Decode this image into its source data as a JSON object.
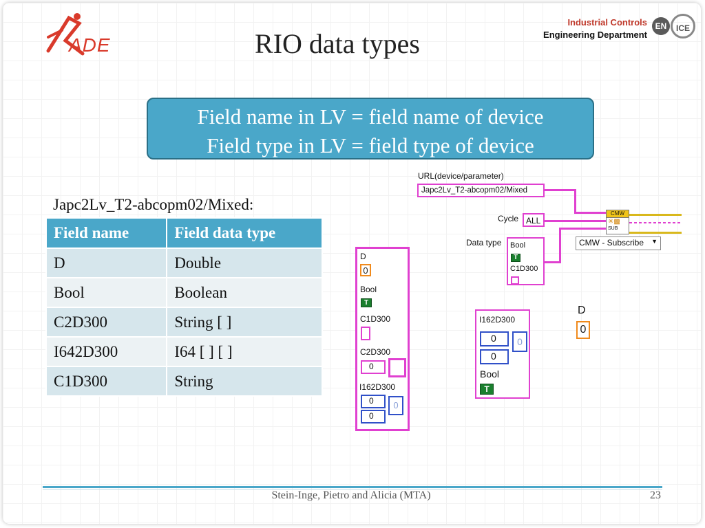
{
  "slide": {
    "title": "RIO data types",
    "logo_text": "ADE",
    "industrial_line1": "Industrial Controls",
    "industrial_line2": "Engineering Department",
    "badge_en": "EN",
    "badge_ice": "ICE",
    "callout_line1": "Field name in LV = field name of device",
    "callout_line2": "Field type in LV = field type of device",
    "subtitle": "Japc2Lv_T2-abcopm02/Mixed:",
    "footer": "Stein-Inge, Pietro and Alicia (MTA)",
    "page_number": "23"
  },
  "table": {
    "headers": [
      "Field name",
      "Field data type"
    ],
    "rows": [
      [
        "D",
        "Double"
      ],
      [
        "Bool",
        "Boolean"
      ],
      [
        "C2D300",
        "String [ ]"
      ],
      [
        "I642D300",
        "I64 [ ] [ ]"
      ],
      [
        "C1D300",
        "String"
      ]
    ]
  },
  "diagram": {
    "url_label": "URL(device/parameter)",
    "url_value": "Japc2Lv_T2-abcopm02/Mixed",
    "cycle_label": "Cycle",
    "cycle_value": "ALL",
    "datatype_label": "Data type",
    "cmw_label": "CMW",
    "sub_label": "SUB",
    "subscribe_value": "CMW - Subscribe",
    "dt_d": "Bool",
    "dt_bool_tf": "T",
    "dt_c1d300": "C1D300",
    "left_cluster": {
      "d_label": "D",
      "d_value": "0",
      "bool_label": "Bool",
      "bool_value": "T",
      "c1d300_label": "C1D300",
      "c2d300_label": "C2D300",
      "c2d300_index": "0",
      "i162d300_label": "I162D300",
      "i162d300_idx1": "0",
      "i162d300_idx2": "0",
      "i162d300_val": "0"
    },
    "mid_cluster": {
      "i162d300_label": "I162D300",
      "idx1": "0",
      "idx2": "0",
      "val": "0",
      "bool_label": "Bool",
      "bool_value": "T"
    },
    "right_d": {
      "label": "D",
      "value": "0"
    }
  }
}
